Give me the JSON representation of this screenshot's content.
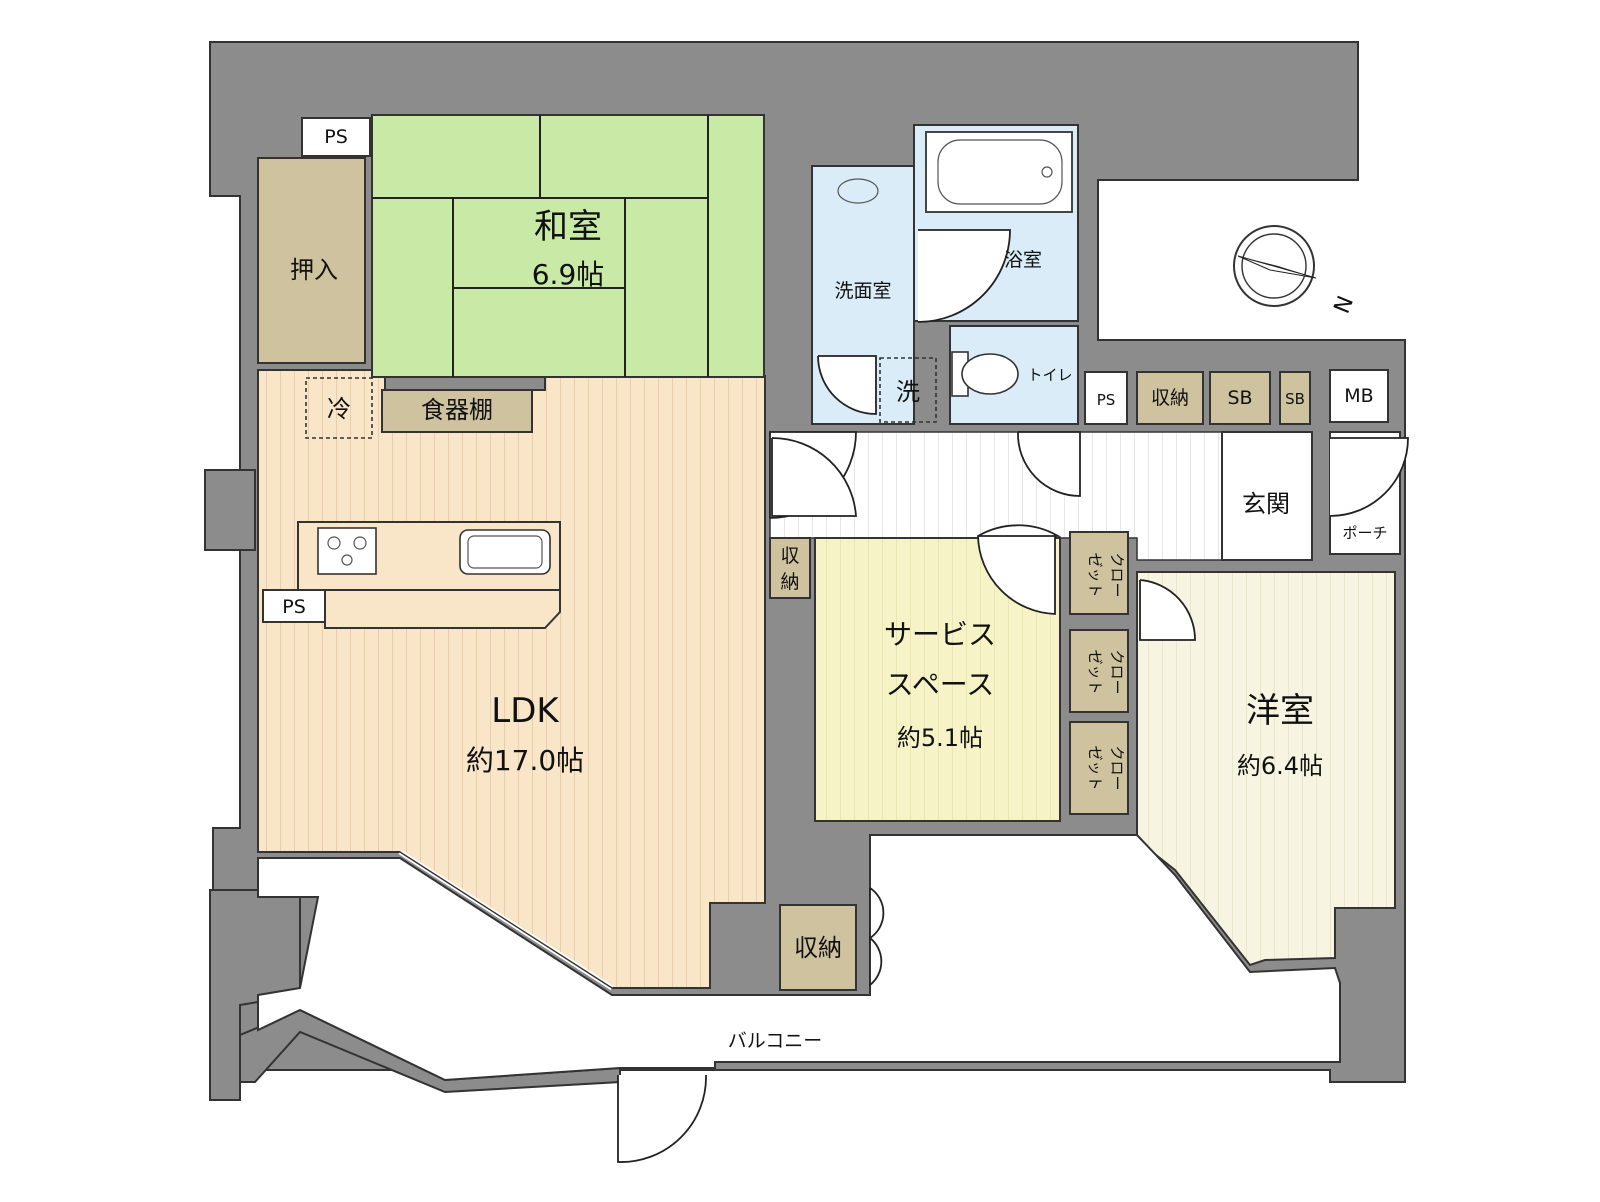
{
  "plan": {
    "rooms": {
      "washitsu": {
        "name": "和室",
        "area": "6.9帖",
        "color": "#c9eaa6"
      },
      "ldk": {
        "name": "LDK",
        "area": "約17.0帖",
        "color": "#f9e6c8"
      },
      "service": {
        "name_line1": "サービス",
        "name_line2": "スペース",
        "area": "約5.1帖",
        "color": "#f6f3c6"
      },
      "youshitsu": {
        "name": "洋室",
        "area": "約6.4帖",
        "color": "#f7f5e1"
      },
      "senmen": {
        "name": "洗面室",
        "color": "#d9ecf7"
      },
      "yokushitsu": {
        "name": "浴室",
        "color": "#d9ecf7"
      },
      "toilet": {
        "name": "トイレ",
        "color": "#d9ecf7"
      },
      "genkan": {
        "name": "玄関"
      },
      "porch": {
        "name": "ポーチ"
      },
      "balcony": {
        "name": "バルコニー"
      }
    },
    "fixtures": {
      "oshiire": "押入",
      "ps": "PS",
      "rei": "冷",
      "shokkidana": "食器棚",
      "sen": "洗",
      "shuno": "収納",
      "shuno_v1": "収",
      "shuno_v2": "納",
      "sb": "SB",
      "mb": "MB",
      "closet_v1": "クロー",
      "closet_v2": "ゼット"
    },
    "compass": {
      "north": "N"
    },
    "colors": {
      "wall": "#8c8c8c",
      "storage": "#cfc29e",
      "floor_stripe": "#e7c9a3"
    }
  }
}
